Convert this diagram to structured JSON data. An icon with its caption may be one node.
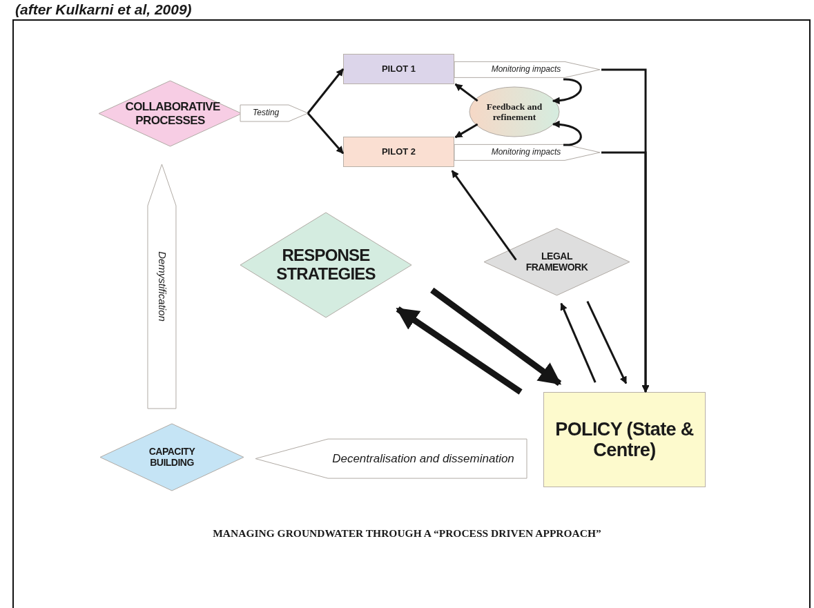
{
  "diagram": {
    "caption": "MANAGING GROUNDWATER THROUGH A “PROCESS DRIVEN APPROACH”",
    "nodes": [
      {
        "text": [
          "COLLABORATIVE PROCESSES"
        ]
      },
      {
        "text": [
          "Testing"
        ]
      },
      {
        "text": [
          "PILOT 1"
        ]
      },
      {
        "text": [
          "PILOT 2"
        ]
      },
      {
        "text": [
          "Feedback and refinement"
        ]
      },
      {
        "text": [
          "RESPONSE STRATEGIES"
        ]
      },
      {
        "text": [
          "LEGAL FRAMEWORK"
        ]
      },
      {
        "text": [
          "CAPACITY BUILDING"
        ]
      },
      {
        "text": [
          "POLICY (State & Centre)"
        ]
      }
    ],
    "edges": [
      {
        "from": 1,
        "to": 2,
        "arrow": "to"
      },
      {
        "from": 1,
        "to": 3,
        "arrow": "to"
      },
      {
        "from": 4,
        "to": 2,
        "arrow": "to"
      },
      {
        "from": 4,
        "to": 3,
        "arrow": "to"
      },
      {
        "from": 2,
        "to": null,
        "arrow": "to",
        "label": "Monitoring impacts"
      },
      {
        "from": 3,
        "to": null,
        "arrow": "to",
        "label": "Monitoring impacts"
      },
      {
        "from": null,
        "to": 4,
        "arrow": "to"
      },
      {
        "from": null,
        "to": 4,
        "arrow": "to"
      },
      {
        "from": null,
        "to": 8,
        "arrow": "to"
      },
      {
        "from": null,
        "to": 8,
        "arrow": "to"
      },
      {
        "from": 6,
        "to": 3,
        "arrow": "to"
      },
      {
        "from": 8,
        "to": 5,
        "arrow": "to",
        "style": "thick"
      },
      {
        "from": 5,
        "to": 8,
        "arrow": "to",
        "style": "thick"
      },
      {
        "from": 8,
        "to": 6,
        "arrow": "to"
      },
      {
        "from": 6,
        "to": 8,
        "arrow": "to"
      },
      {
        "from": 7,
        "to": 0,
        "arrow": "to",
        "label": "Demystification"
      },
      {
        "from": 8,
        "to": 7,
        "arrow": "to",
        "label": "Decentralisation and dissemination"
      }
    ],
    "labels": [
      "(after Kulkarni et al, 2009)"
    ]
  }
}
